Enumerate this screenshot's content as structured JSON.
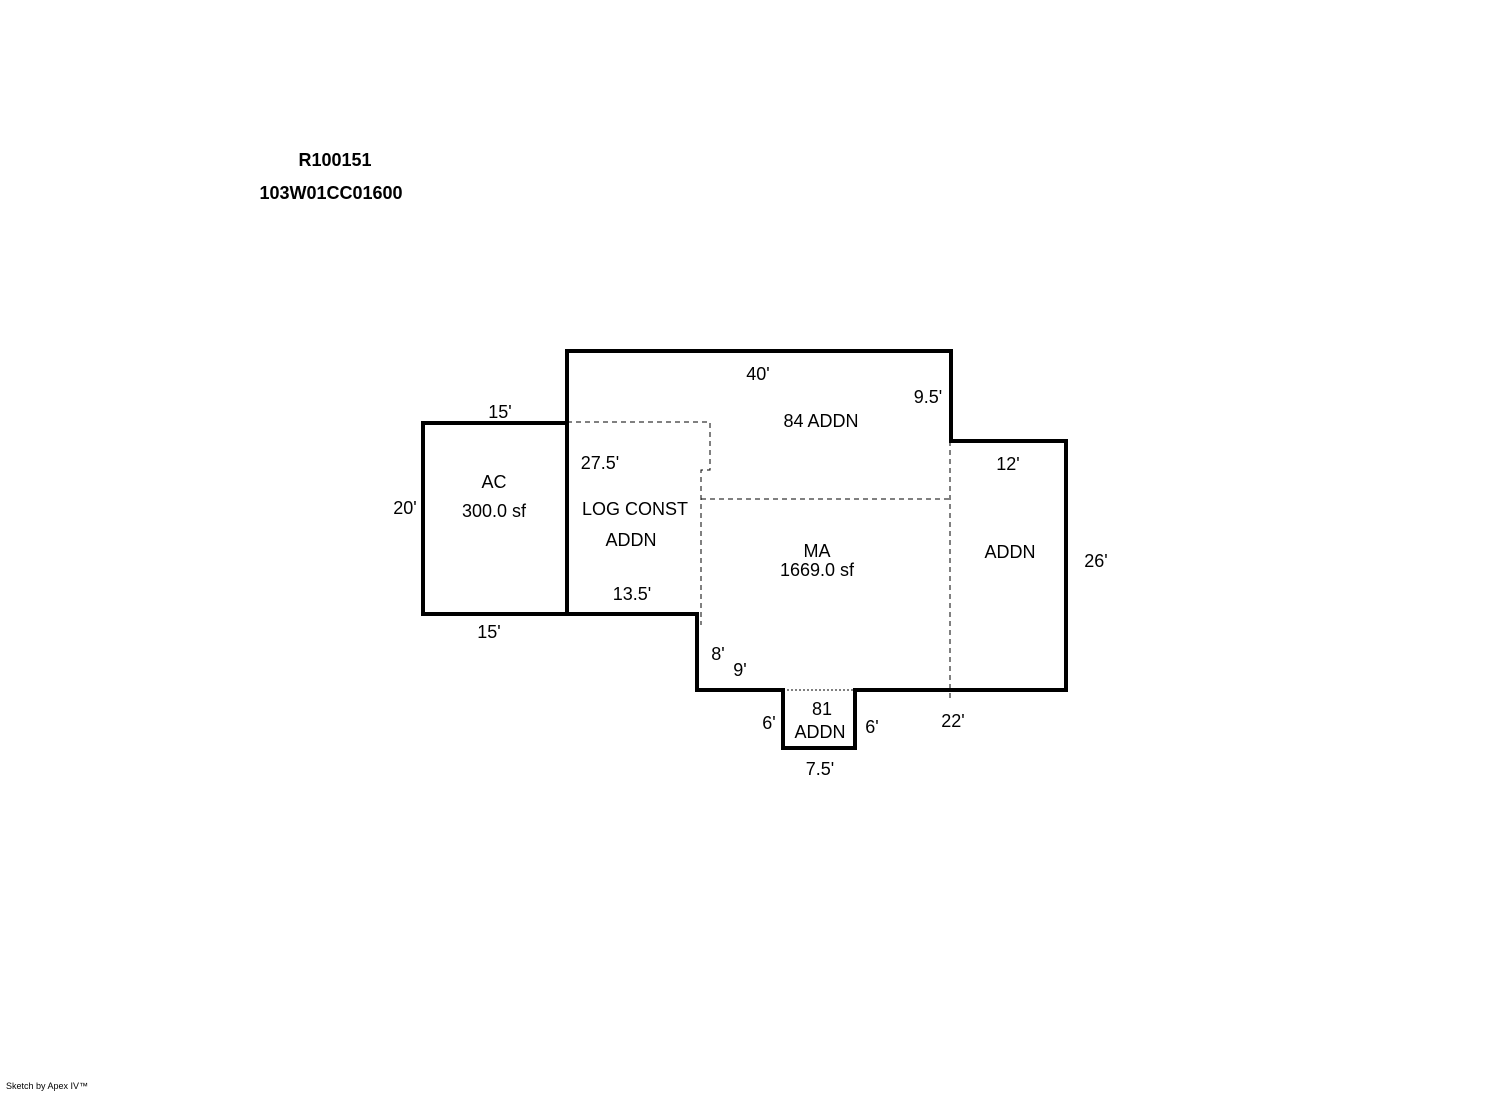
{
  "header": {
    "account_id": "R100151",
    "parcel_number": "103W01CC01600"
  },
  "footer": {
    "credit": "Sketch by Apex IV™"
  },
  "areas": {
    "ac": {
      "name": "AC",
      "size": "300.0 sf"
    },
    "log_const": {
      "line1": "LOG CONST",
      "line2": "ADDN"
    },
    "addn_84": {
      "name": "84 ADDN"
    },
    "ma": {
      "name": "MA",
      "size": "1669.0 sf"
    },
    "addn_right": {
      "name": "ADDN"
    },
    "addn_81": {
      "line1": "81",
      "line2": "ADDN"
    }
  },
  "dimensions": {
    "ac_top": "15'",
    "ac_left": "20'",
    "ac_bottom": "15'",
    "top_40": "40'",
    "right_step_95": "9.5'",
    "log_275": "27.5'",
    "log_135": "13.5'",
    "right_12": "12'",
    "right_26": "26'",
    "step_8": "8'",
    "step_9": "9'",
    "bump_left_6": "6'",
    "bump_right_6": "6'",
    "bump_bottom_75": "7.5'",
    "bottom_22": "22'"
  }
}
